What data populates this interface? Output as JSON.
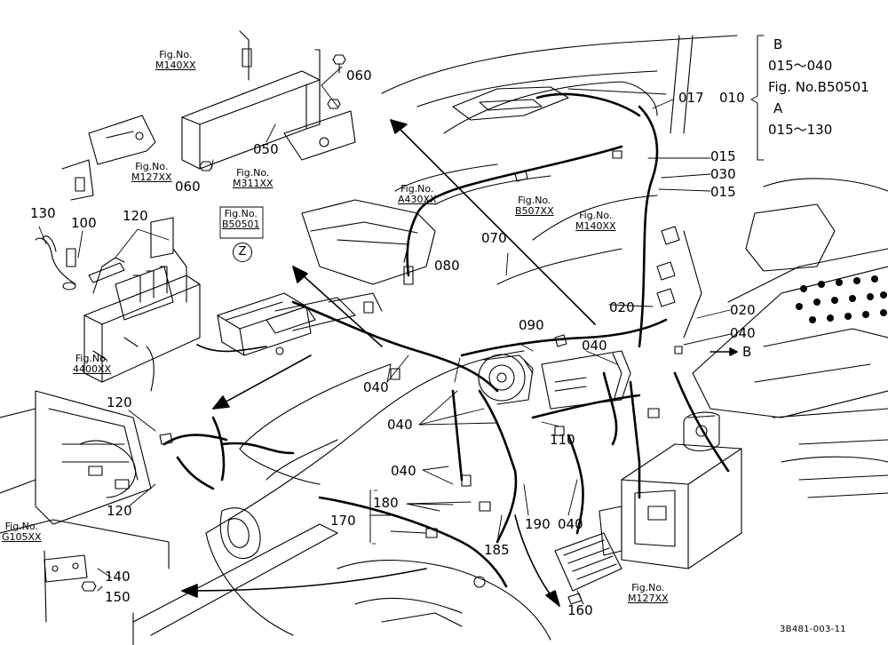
{
  "diagram": {
    "document_code": "3B481-003-11",
    "callouts": [
      "010",
      "015",
      "015",
      "017",
      "020",
      "020",
      "030",
      "040",
      "040",
      "040",
      "040",
      "040",
      "040",
      "050",
      "060",
      "060",
      "070",
      "080",
      "090",
      "100",
      "110",
      "120",
      "120",
      "120",
      "130",
      "140",
      "150",
      "160",
      "170",
      "180",
      "185",
      "190"
    ],
    "figure_refs": [
      {
        "prefix": "Fig.No.",
        "number": "M140XX"
      },
      {
        "prefix": "Fig.No.",
        "number": "M127XX"
      },
      {
        "prefix": "Fig.No.",
        "number": "M311XX"
      },
      {
        "prefix": "Fig.No.",
        "number": "A430XX"
      },
      {
        "prefix": "Fig.No.",
        "number": "B50501"
      },
      {
        "prefix": "Fig.No.",
        "number": "B507XX"
      },
      {
        "prefix": "Fig.No.",
        "number": "M140XX"
      },
      {
        "prefix": "Fig.No.",
        "number": "4400XX"
      },
      {
        "prefix": "Fig.No.",
        "number": "G105XX"
      },
      {
        "prefix": "Fig.No.",
        "number": "M127XX"
      }
    ],
    "view_markers": {
      "z": "Z",
      "b": "B"
    },
    "group_note": {
      "marker_b": "B",
      "range_b": "015～040",
      "fig_text": "Fig. No.B50501",
      "marker_a": "A",
      "range_a": "015～130",
      "callout": "010"
    }
  }
}
